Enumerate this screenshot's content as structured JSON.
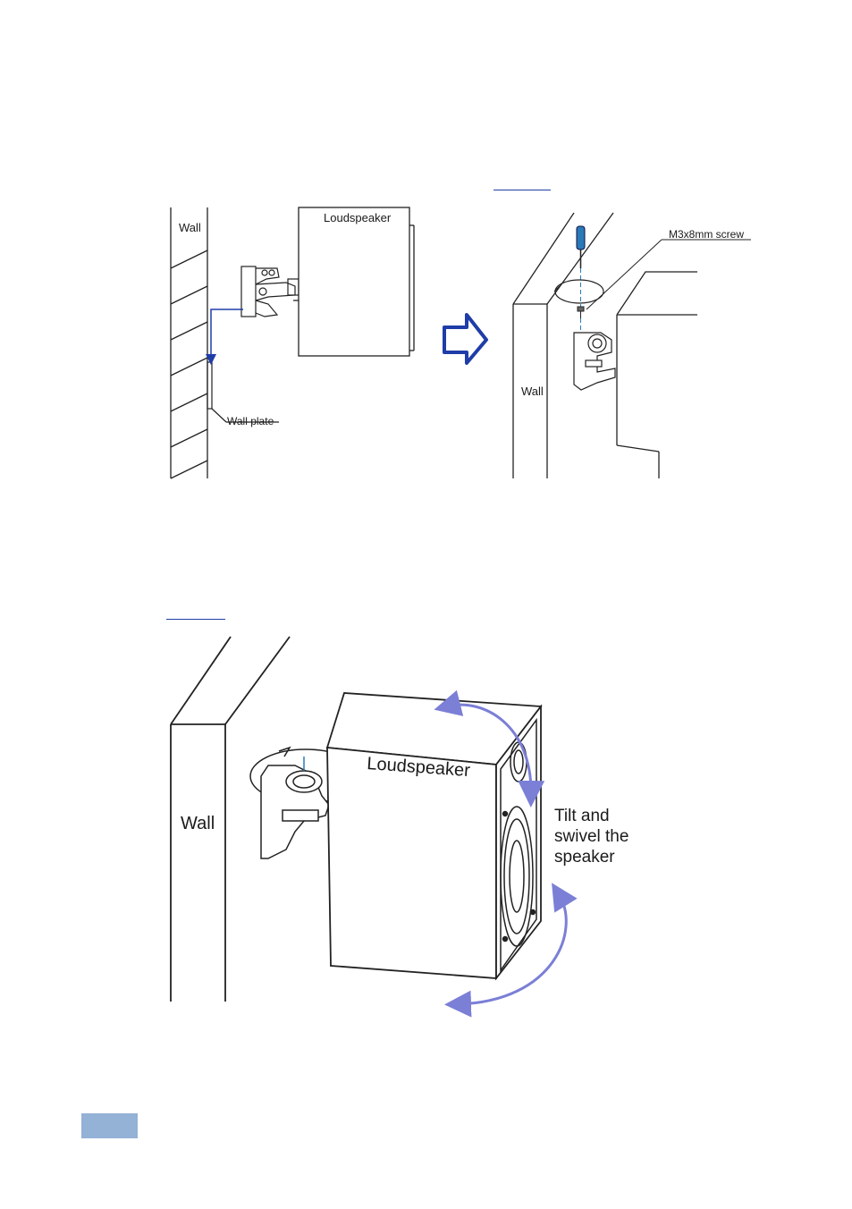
{
  "figure_top": {
    "left_panel": {
      "wall_label": "Wall",
      "loudspeaker_label": "Loudspeaker",
      "wall_plate_label": "Wall plate"
    },
    "right_panel": {
      "screw_label": "M3x8mm screw",
      "wall_label": "Wall"
    }
  },
  "figure_bottom": {
    "wall_label": "Wall",
    "loudspeaker_label": "Loudspeaker",
    "instruction_line1": "Tilt and",
    "instruction_line2": "swivel the",
    "instruction_line3": "speaker"
  },
  "colors": {
    "arrow_blue": "#1f3da8",
    "swivel_arrow": "#7b7fd6",
    "page_tab": "#94b1d6"
  }
}
